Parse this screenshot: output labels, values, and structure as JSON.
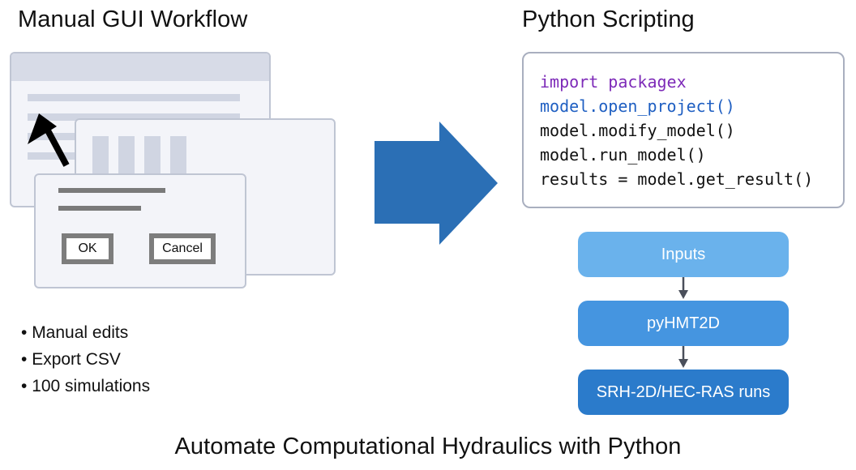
{
  "left": {
    "title": "Manual GUI Workflow",
    "dialog": {
      "ok_label": "OK",
      "cancel_label": "Cancel"
    },
    "bullets": [
      "Manual edits",
      "Export CSV",
      "100 simulations"
    ]
  },
  "right": {
    "title": "Python Scripting",
    "code": {
      "line1_keyword": "import",
      "line1_module": "packagex",
      "line2": "model.open_project()",
      "line3": "model.modify_model()",
      "line4": "model.run_model()",
      "line5": "results = model.get_result()"
    },
    "flow": [
      "Inputs",
      "pyHMT2D",
      "SRH-2D/HEC-RAS runs"
    ]
  },
  "footer": {
    "title": "Automate Computational Hydraulics with Python"
  },
  "colors": {
    "arrow": "#2b6fb5",
    "keyword": "#7d2ab8",
    "highlight": "#1f5fc2",
    "flow_inputs": "#6ab2ec",
    "flow_pyhmt2d": "#4595e0",
    "flow_runs": "#2b7bcb"
  }
}
